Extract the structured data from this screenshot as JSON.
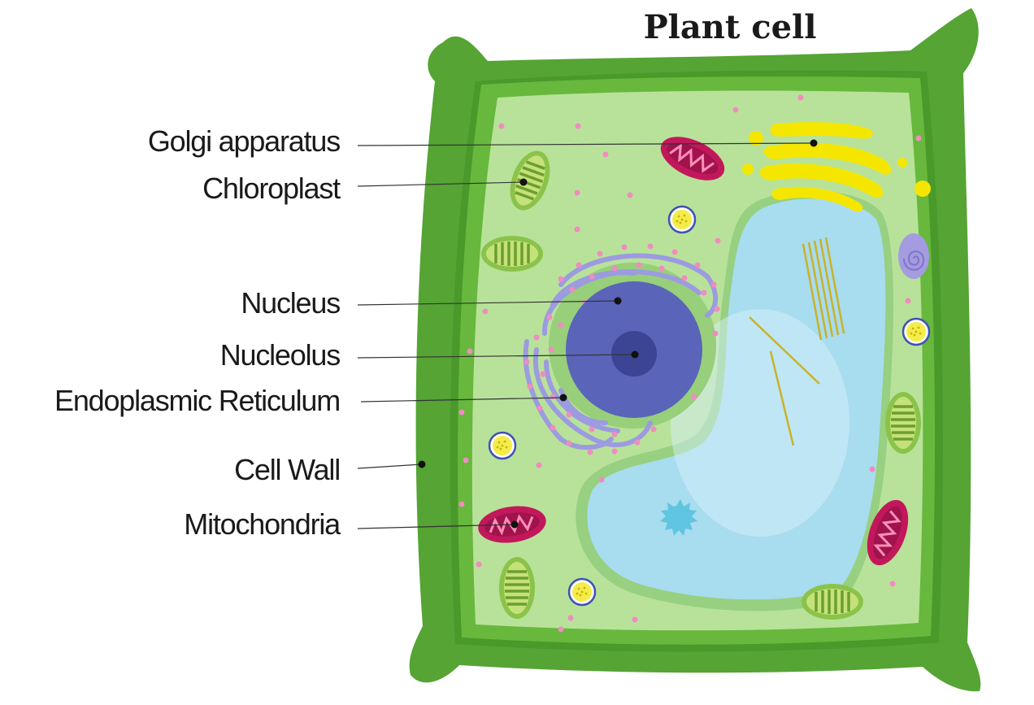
{
  "title": "Plant cell",
  "labels": {
    "golgi": "Golgi apparatus",
    "chloroplast": "Chloroplast",
    "nucleus": "Nucleus",
    "nucleolus": "Nucleolus",
    "er": "Endoplasmic Reticulum",
    "cell_wall": "Cell Wall",
    "mitochondria": "Mitochondria"
  },
  "colors": {
    "cell_wall": "#4a9c2f",
    "cytoplasm": "#b8e29a",
    "vacuole": "#a8dcef",
    "nucleus": "#5a64b8",
    "nucleolus": "#3c4594",
    "er": "#9c9be0",
    "golgi": "#f5e600",
    "mitochondria": "#c2185b",
    "chloroplast": "#7cb342",
    "ribosome": "#f08cc0"
  }
}
